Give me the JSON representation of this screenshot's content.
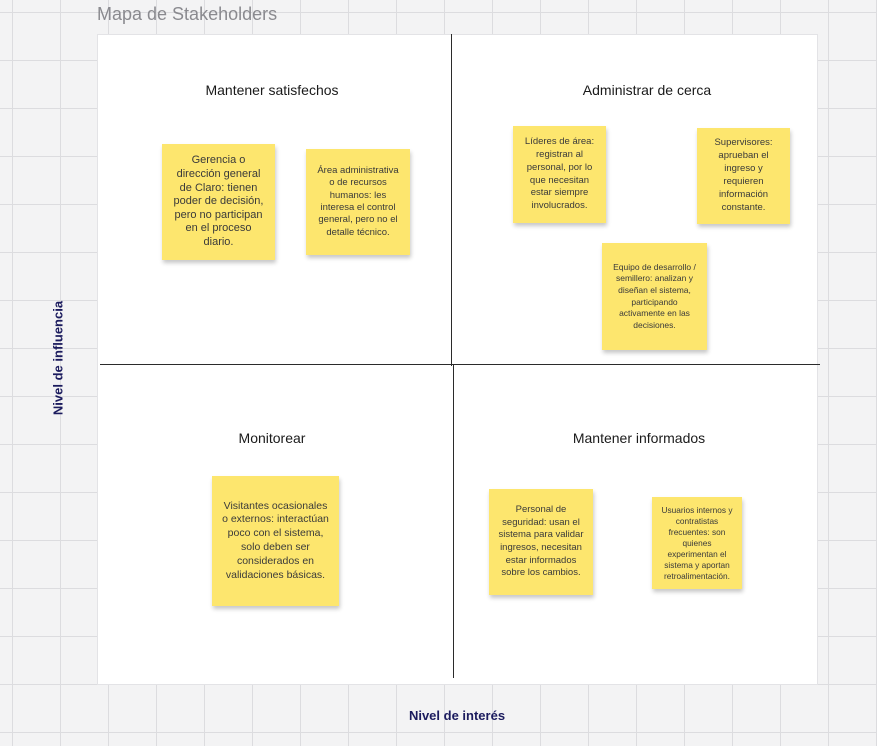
{
  "board": {
    "title": "Mapa de Stakeholders"
  },
  "axes": {
    "ylabel": "Nivel de influencia",
    "xlabel": "Nivel de interés"
  },
  "quadrants": {
    "top_left": "Mantener satisfechos",
    "top_right": "Administrar de cerca",
    "bottom_left": "Monitorear",
    "bottom_right": "Mantener informados"
  },
  "notes": {
    "gerencia": "Gerencia o dirección general de Claro: tienen poder de decisión, pero no participan en el proceso diario.",
    "area_admin": "Área administrativa o de recursos humanos: les interesa el control general, pero no el detalle técnico.",
    "lideres": "Líderes de área: registran al personal, por lo que necesitan estar siempre involucrados.",
    "supervisores": "Supervisores: aprueban el ingreso y requieren información constante.",
    "equipo_desarrollo": "Equipo de desarrollo / semillero: analizan y diseñan el sistema, participando activamente en las decisiones.",
    "visitantes": "Visitantes ocasionales o externos: interactúan poco con el sistema, solo deben ser considerados en validaciones básicas.",
    "personal_seguridad": "Personal de seguridad: usan el sistema para validar ingresos, necesitan estar informados sobre los cambios.",
    "usuarios_internos": "Usuarios internos y contratistas frecuentes: son quienes experimentan el sistema y aportan retroalimentación."
  },
  "colors": {
    "sticky": "#fde66e",
    "axis_label": "#1b1b5e",
    "board": "#ffffff",
    "canvas": "#f3f3f4"
  }
}
